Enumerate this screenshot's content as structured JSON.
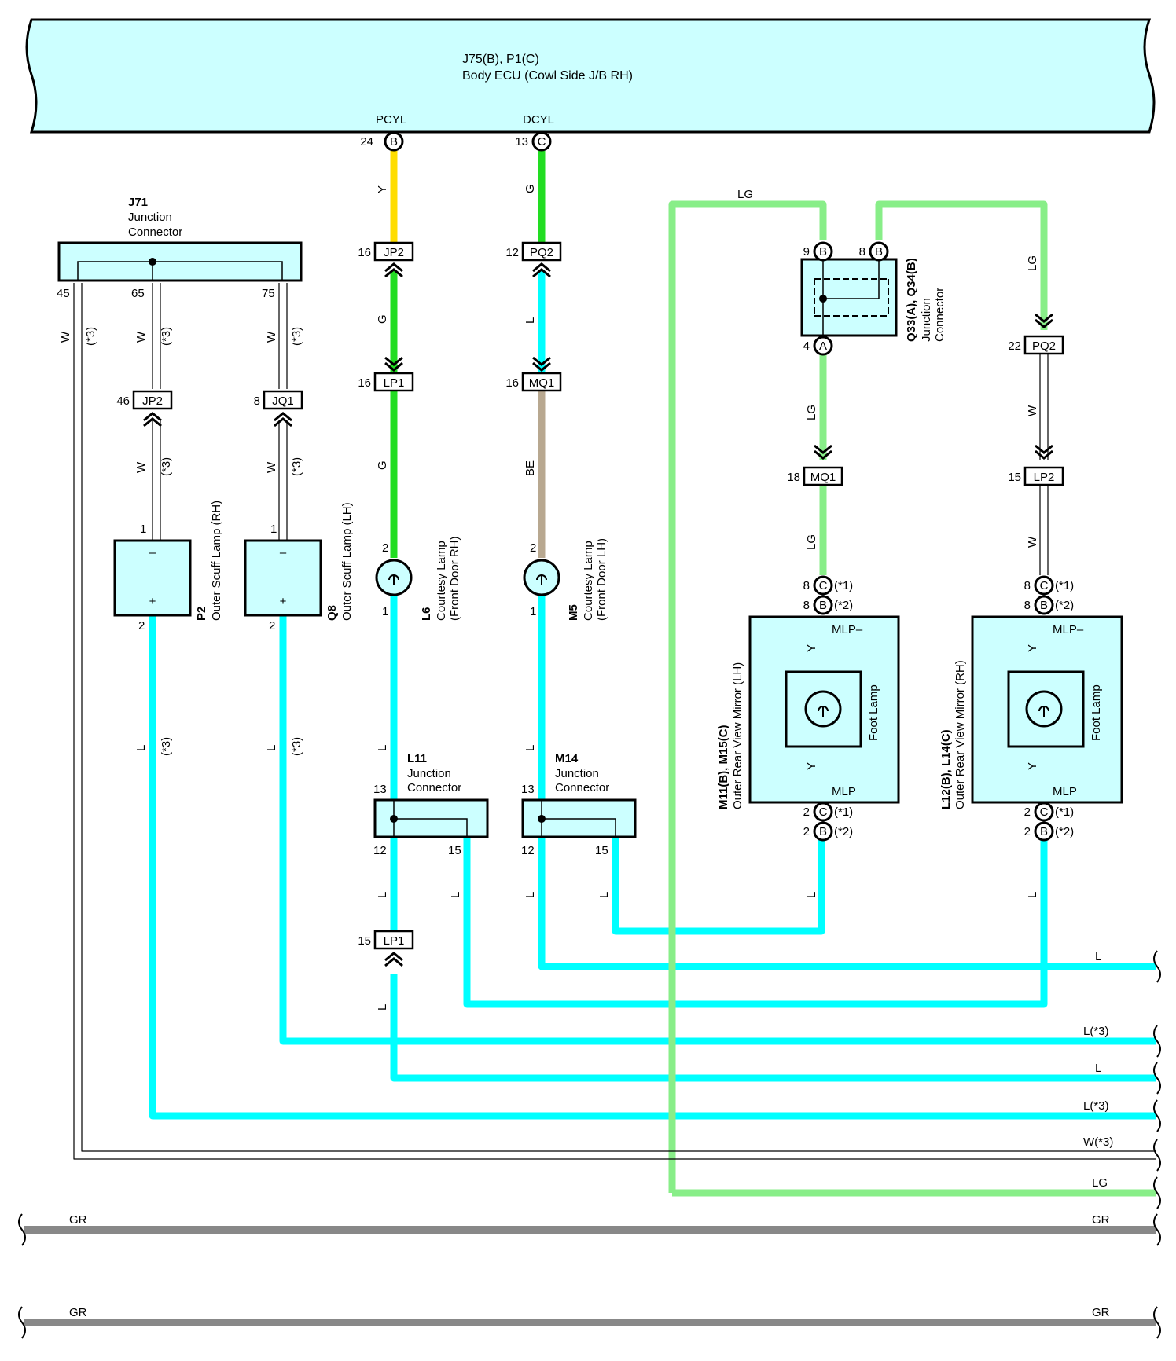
{
  "ecu": {
    "title": "J75(B), P1(C)",
    "subtitle": "Body ECU (Cowl Side J/B RH)",
    "pin_left_name": "PCYL",
    "pin_right_name": "DCYL",
    "pin_left_num": "24",
    "pin_left_letter": "B",
    "pin_right_num": "13",
    "pin_right_letter": "C"
  },
  "j71": {
    "id": "J71",
    "name1": "Junction",
    "name2": "Connector",
    "pins": [
      "45",
      "65",
      "75"
    ]
  },
  "l11": {
    "id": "L11",
    "name1": "Junction",
    "name2": "Connector",
    "pin_top": "13",
    "pin_a": "12",
    "pin_b": "15"
  },
  "m14": {
    "id": "M14",
    "name1": "Junction",
    "name2": "Connector",
    "pin_top": "13",
    "pin_a": "12",
    "pin_b": "15"
  },
  "q33": {
    "id": "Q33(A), Q34(B)",
    "name1": "Junction",
    "name2": "Connector",
    "pin9": "9",
    "pin8": "8",
    "pin4": "4",
    "letter_b": "B",
    "letter_a": "A"
  },
  "lamps": {
    "p2": {
      "id": "P2",
      "name": "Outer Scuff Lamp (RH)",
      "pin1": "1",
      "pin2": "2",
      "minus": "–",
      "plus": "+"
    },
    "q8": {
      "id": "Q8",
      "name": "Outer Scuff Lamp (LH)",
      "pin1": "1",
      "pin2": "2",
      "minus": "–",
      "plus": "+"
    },
    "l6": {
      "id": "L6",
      "name1": "Courtesy Lamp",
      "name2": "(Front Door RH)",
      "pin1": "1",
      "pin2": "2"
    },
    "m5": {
      "id": "M5",
      "name1": "Courtesy Lamp",
      "name2": "(Front Door LH)",
      "pin1": "1",
      "pin2": "2"
    }
  },
  "mirrors": {
    "lh": {
      "id": "M11(B), M15(C)",
      "name": "Outer Rear View Mirror (LH)",
      "foot": "Foot Lamp",
      "mlp_minus": "MLP–",
      "mlp": "MLP"
    },
    "rh": {
      "id": "L12(B), L14(C)",
      "name": "Outer Rear View Mirror (RH)",
      "foot": "Foot Lamp",
      "mlp_minus": "MLP–",
      "mlp": "MLP"
    },
    "pin8": "8",
    "pin2": "2",
    "letter_c": "C",
    "letter_b": "B",
    "note1": "(*1)",
    "note2": "(*2)"
  },
  "connectors": {
    "jp2_a": {
      "label": "JP2",
      "pin": "16"
    },
    "pq2_a": {
      "label": "PQ2",
      "pin": "12"
    },
    "lp1_a": {
      "label": "LP1",
      "pin": "16"
    },
    "mq1_a": {
      "label": "MQ1",
      "pin": "16"
    },
    "jp2_b": {
      "label": "JP2",
      "pin": "46"
    },
    "jq1": {
      "label": "JQ1",
      "pin": "8"
    },
    "pq2_b": {
      "label": "PQ2",
      "pin": "22"
    },
    "mq1_b": {
      "label": "MQ1",
      "pin": "18"
    },
    "lp2": {
      "label": "LP2",
      "pin": "15"
    },
    "lp1_b": {
      "label": "LP1",
      "pin": "15"
    }
  },
  "wire_codes": {
    "y": "Y",
    "g": "G",
    "l": "L",
    "lg": "LG",
    "w": "W",
    "be": "BE",
    "star3": "(*3)"
  },
  "exits": [
    "L",
    "L(*3)",
    "L",
    "L(*3)",
    "W(*3)",
    "LG",
    "GR",
    "GR",
    "GR",
    "GR"
  ],
  "colors": {
    "ecu_fill": "#ccffff",
    "comp_fill": "#ccffff",
    "yellow": "#ffdd00",
    "green": "#22dd22",
    "light_blue": "#00ffff",
    "beige": "#b8a890",
    "light_green": "#88ee88",
    "gray": "#888888"
  }
}
